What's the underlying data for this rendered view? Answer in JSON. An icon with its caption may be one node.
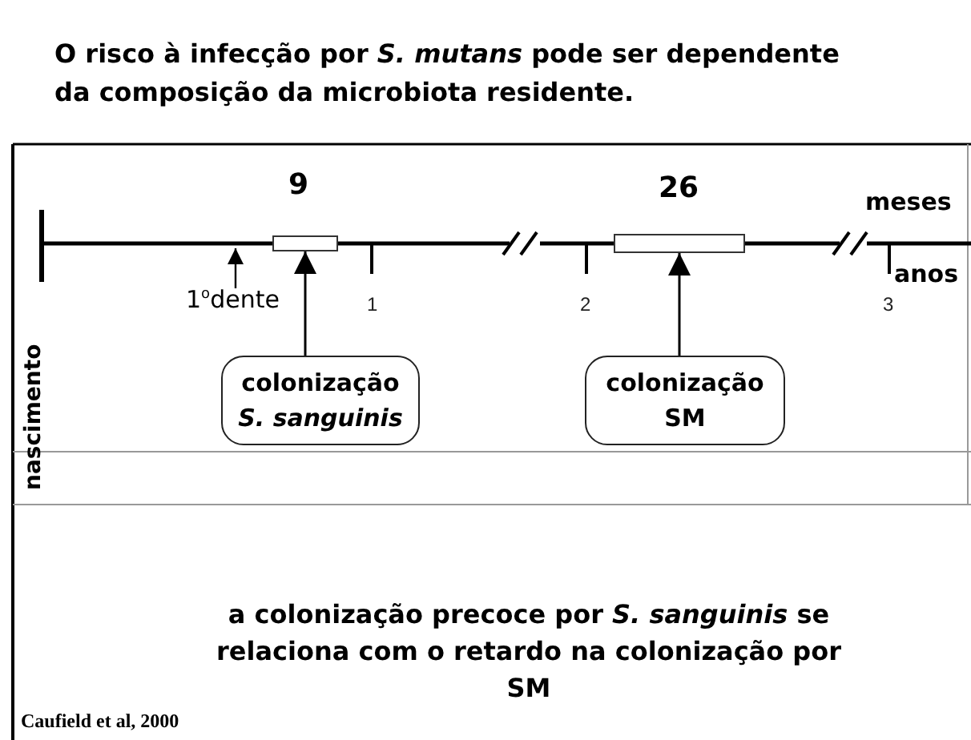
{
  "diagram": {
    "title": "O risco à infecção por *S. mutans* pode ser dependente da composição da microbiota residente.",
    "caption": "a colonização precoce por *S. sanguinis* se relaciona com o retardo na colonização por SM",
    "nodes": [
      {
        "text": [],
        "shape": "bar"
      },
      {
        "text": [],
        "shape": "bar"
      },
      {
        "text": [
          "colonização *S. sanguinis*"
        ]
      },
      {
        "text": [
          "colonização SM"
        ]
      },
      {
        "text": [
          "1$^{o}$dente"
        ]
      }
    ],
    "edges": [
      {
        "from": 2,
        "to": 0,
        "arrow": "to"
      },
      {
        "from": 3,
        "to": 1,
        "arrow": "to"
      },
      {
        "from": 4,
        "to": null,
        "arrow": "to"
      }
    ],
    "labels": [
      "9",
      "26",
      "meses",
      "anos",
      "1",
      "2",
      "3",
      "nascimento",
      "Caufield et al, 2000"
    ]
  }
}
